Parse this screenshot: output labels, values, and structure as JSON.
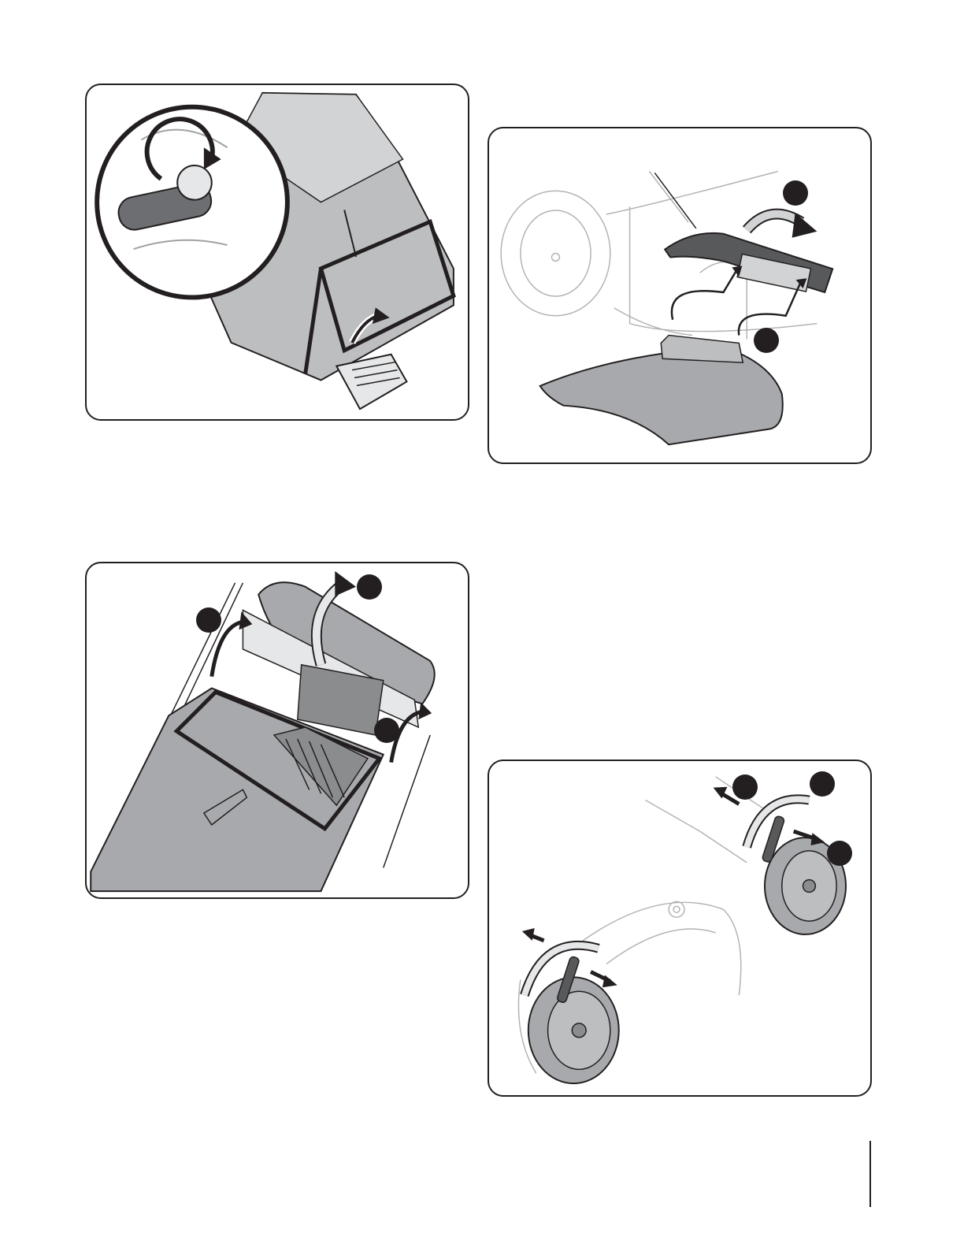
{
  "figures": [
    {
      "id": "fig1",
      "callouts": []
    },
    {
      "id": "fig2",
      "callouts": []
    },
    {
      "id": "fig3",
      "callouts": []
    },
    {
      "id": "fig4",
      "callouts": []
    }
  ],
  "colors": {
    "line": "#231f20",
    "fill_gray": "#a7a9ac",
    "fill_light": "#d1d3d4",
    "fill_dark": "#58595b",
    "faint_line": "#9fa1a3"
  }
}
